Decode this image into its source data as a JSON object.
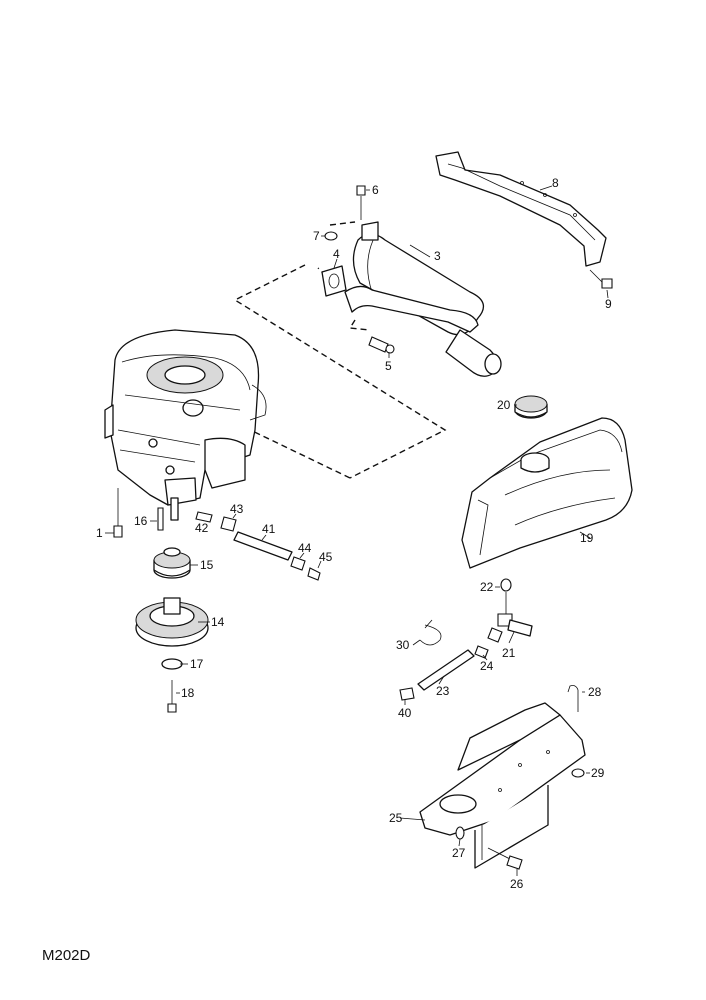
{
  "diagram_code": "M202D",
  "callouts": [
    {
      "id": "c1",
      "label": "1"
    },
    {
      "id": "c3",
      "label": "3"
    },
    {
      "id": "c4",
      "label": "4"
    },
    {
      "id": "c5",
      "label": "5"
    },
    {
      "id": "c6",
      "label": "6"
    },
    {
      "id": "c7",
      "label": "7"
    },
    {
      "id": "c8",
      "label": "8"
    },
    {
      "id": "c9",
      "label": "9"
    },
    {
      "id": "c14",
      "label": "14"
    },
    {
      "id": "c15",
      "label": "15"
    },
    {
      "id": "c16",
      "label": "16"
    },
    {
      "id": "c17",
      "label": "17"
    },
    {
      "id": "c18",
      "label": "18"
    },
    {
      "id": "c19",
      "label": "19"
    },
    {
      "id": "c20",
      "label": "20"
    },
    {
      "id": "c21",
      "label": "21"
    },
    {
      "id": "c22",
      "label": "22"
    },
    {
      "id": "c23",
      "label": "23"
    },
    {
      "id": "c24",
      "label": "24"
    },
    {
      "id": "c25",
      "label": "25"
    },
    {
      "id": "c26",
      "label": "26"
    },
    {
      "id": "c27",
      "label": "27"
    },
    {
      "id": "c28",
      "label": "28"
    },
    {
      "id": "c29",
      "label": "29"
    },
    {
      "id": "c30",
      "label": "30"
    },
    {
      "id": "c40",
      "label": "40"
    },
    {
      "id": "c41",
      "label": "41"
    },
    {
      "id": "c42",
      "label": "42"
    },
    {
      "id": "c43",
      "label": "43"
    },
    {
      "id": "c44",
      "label": "44"
    },
    {
      "id": "c45",
      "label": "45"
    }
  ]
}
